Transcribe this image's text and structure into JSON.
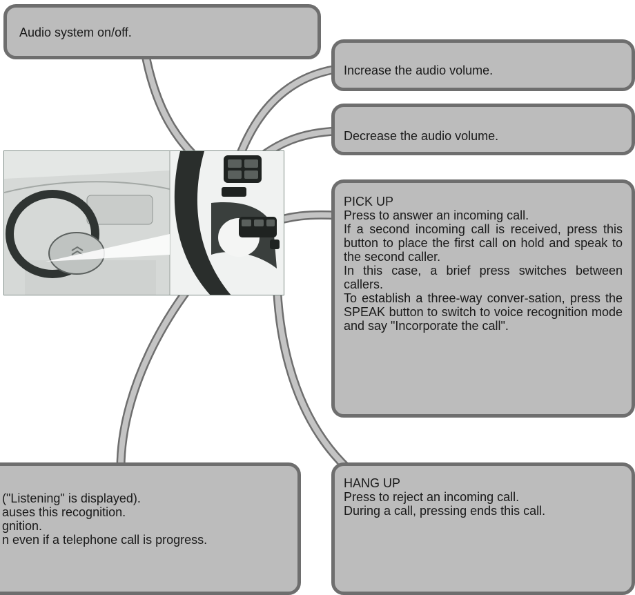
{
  "callouts": {
    "audio_on_off": "Audio system on/off.",
    "increase_volume": "Increase the audio volume.",
    "decrease_volume": "Decrease the audio volume.",
    "pick_up": {
      "title": "PICK UP",
      "lines": [
        "Press to answer an incoming call.",
        "If a second incoming call is received, press this button to place the first call on hold and speak to the second caller.",
        "In this case, a brief press switches between callers.",
        "To establish a three-way conver-sation, press the SPEAK button to switch to voice recognition mode and say \"Incorporate the call\"."
      ]
    },
    "speak": {
      "lines": [
        "(\"Listening\" is displayed).",
        "auses this recognition.",
        "gnition.",
        "n even if a telephone call is progress."
      ]
    },
    "hang_up": {
      "title": "HANG UP",
      "lines": [
        "Press to reject an incoming call.",
        "During a call, pressing ends this call."
      ]
    }
  },
  "colors": {
    "box_fill": "#bcbcbc",
    "box_border": "#6e6e6e",
    "leader_fill": "#c4c4c4",
    "leader_edge": "#6e6e6e"
  },
  "image": {
    "subject": "steering wheel with audio and telephone control buttons",
    "icons": [
      "steering-wheel-photo",
      "brand-chevron-logo"
    ]
  }
}
